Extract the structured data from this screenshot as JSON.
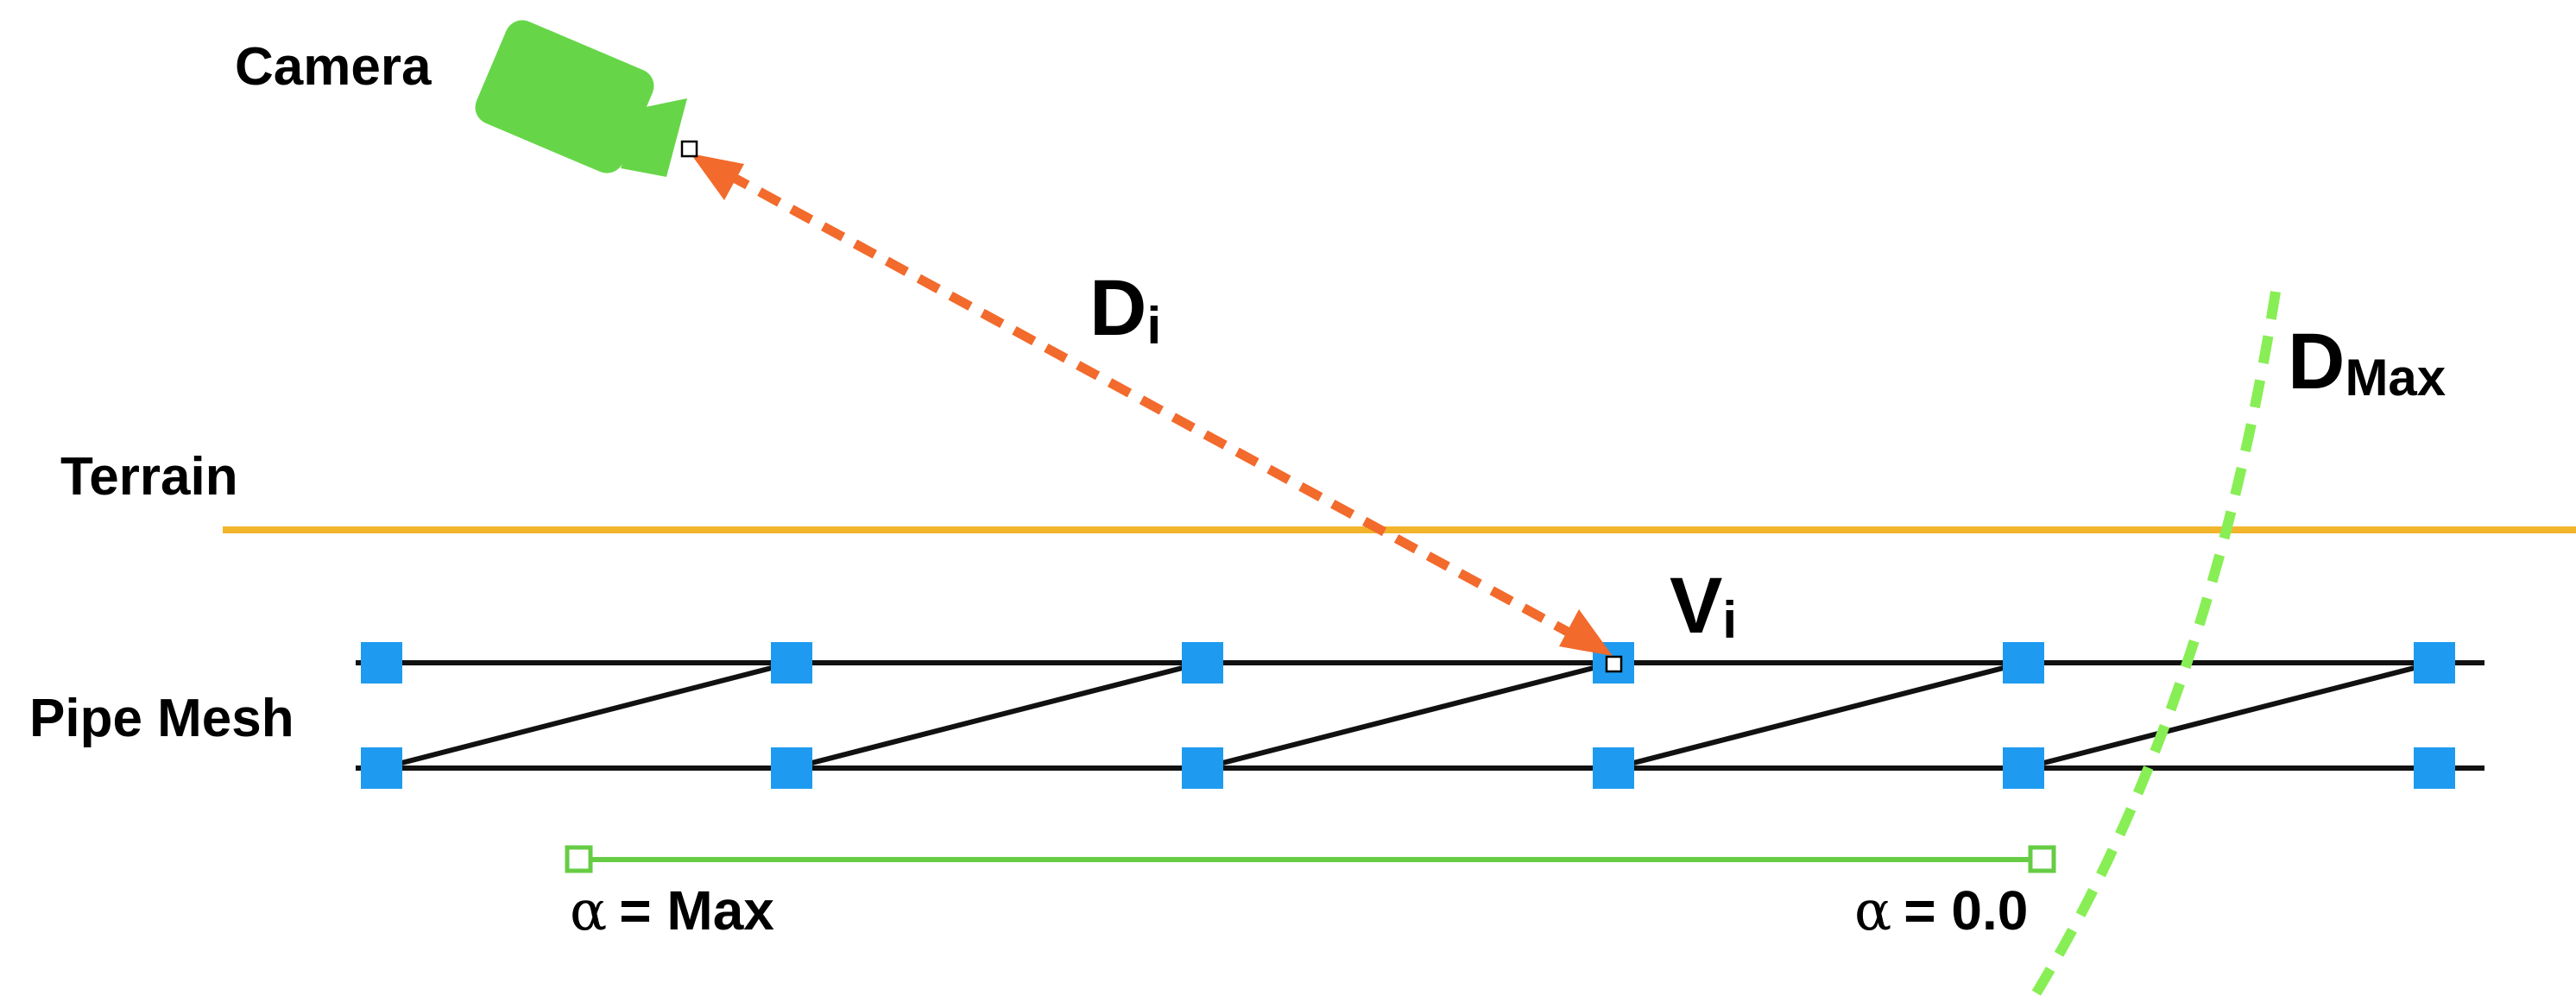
{
  "labels": {
    "camera": "Camera",
    "terrain": "Terrain",
    "pipe_mesh": "Pipe Mesh",
    "distance_main": "D",
    "distance_sub": "i",
    "dmax_main": "D",
    "dmax_sub": "Max",
    "vertex_main": "V",
    "vertex_sub": "i",
    "alpha_symbol": "α",
    "alpha_left_value": "= Max",
    "alpha_right_value": "= 0.0"
  },
  "colors": {
    "camera": "#66d648",
    "terrain": "#f2b42a",
    "distance_arrow": "#f26a2c",
    "vertex": "#1e9bf0",
    "mesh_line": "#111111",
    "dmax_curve": "#88ee55",
    "alpha_bar": "#66cc44"
  },
  "icons": {
    "camera": "video-camera-icon"
  }
}
